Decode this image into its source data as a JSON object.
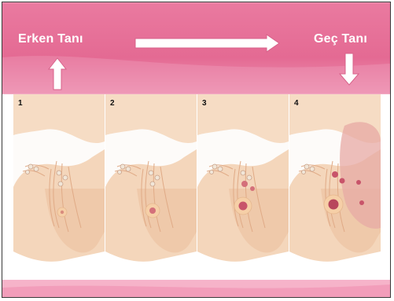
{
  "header": {
    "early_label": "Erken Tanı",
    "late_label": "Geç Tanı"
  },
  "panels": [
    {
      "number": "1"
    },
    {
      "number": "2"
    },
    {
      "number": "3"
    },
    {
      "number": "4"
    }
  ],
  "colors": {
    "band_pink": "#e86f97",
    "band_light": "#f3a6c0",
    "skin": "#f6dcc4",
    "skin_shadow": "#e9c2a3",
    "tumor": "#c8546a",
    "arrow": "#ffffff"
  }
}
